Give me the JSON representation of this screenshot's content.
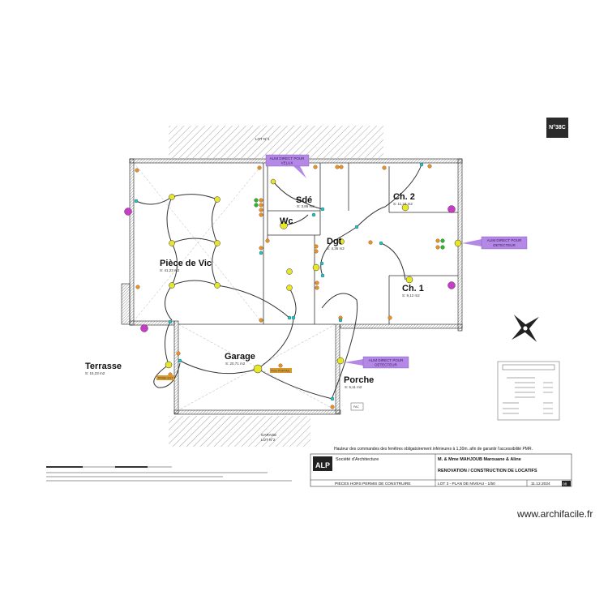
{
  "badge": "N°38C",
  "watermark": "www.archifacile.fr",
  "rooms": {
    "piece_de_vie": {
      "name": "Pièce de Vic",
      "area": "S: 41,23 m2"
    },
    "sde": {
      "name": "Sdé",
      "area": "S: 3,86 m2"
    },
    "wc": {
      "name": "Wc",
      "area": ""
    },
    "dgt": {
      "name": "Dgt",
      "area": "S: 4,36 m2"
    },
    "ch2": {
      "name": "Ch. 2",
      "area": "S: 11,24 m2"
    },
    "ch1": {
      "name": "Ch. 1",
      "area": "S: 9,12 m2"
    },
    "garage": {
      "name": "Garage",
      "area": "S: 20,71 m2"
    },
    "porche": {
      "name": "Porche",
      "area": "S: 5,11 m2"
    },
    "terrasse": {
      "name": "Terrasse",
      "area": "S: 15,23 m2"
    }
  },
  "callouts": {
    "velux": [
      "ALIM DIRECT POUR",
      "VELUX"
    ],
    "detecteur_east": [
      "ALIM DIRECT POUR",
      "DETECTEUR"
    ],
    "detecteur_porche": [
      "ALIM DIRECT POUR",
      "DETECTEUR"
    ]
  },
  "tags": {
    "prise_ext": "PRISE EXT",
    "portail": "Prise PORTAIL"
  },
  "plan_labels": {
    "lot": "LOT N°1",
    "garage_lot": [
      "GARAGE",
      "LOT N°2"
    ],
    "pac": "PAC"
  },
  "title_block": {
    "note": "Hauteur des commandes des fenêtres obligatoirement inférieures à 1,30m. afin de garantir l'accessibilité PMR.",
    "firm": "Société d'Architecture",
    "logo": "ALP",
    "client": "M. & Mme MAHJOUB Marouane & Aline",
    "project": "RENOVATION / CONSTRUCTION DE LOCATIFS",
    "left_footer": "PIECES HORS PERMIS DE CONSTRUIRE",
    "sheet": "LOT 3 - PLAN DE NIVEAU - 1/50",
    "date": "11.12.2024",
    "number": "08"
  },
  "colors": {
    "wire": "#333333",
    "callout": "#b388e6",
    "socket": "#e8912b",
    "light": "#e6e62a",
    "switch": "#29c4c4",
    "green": "#2eb82e",
    "vmc": "#c43dc4",
    "tag": "#d99a2b"
  }
}
